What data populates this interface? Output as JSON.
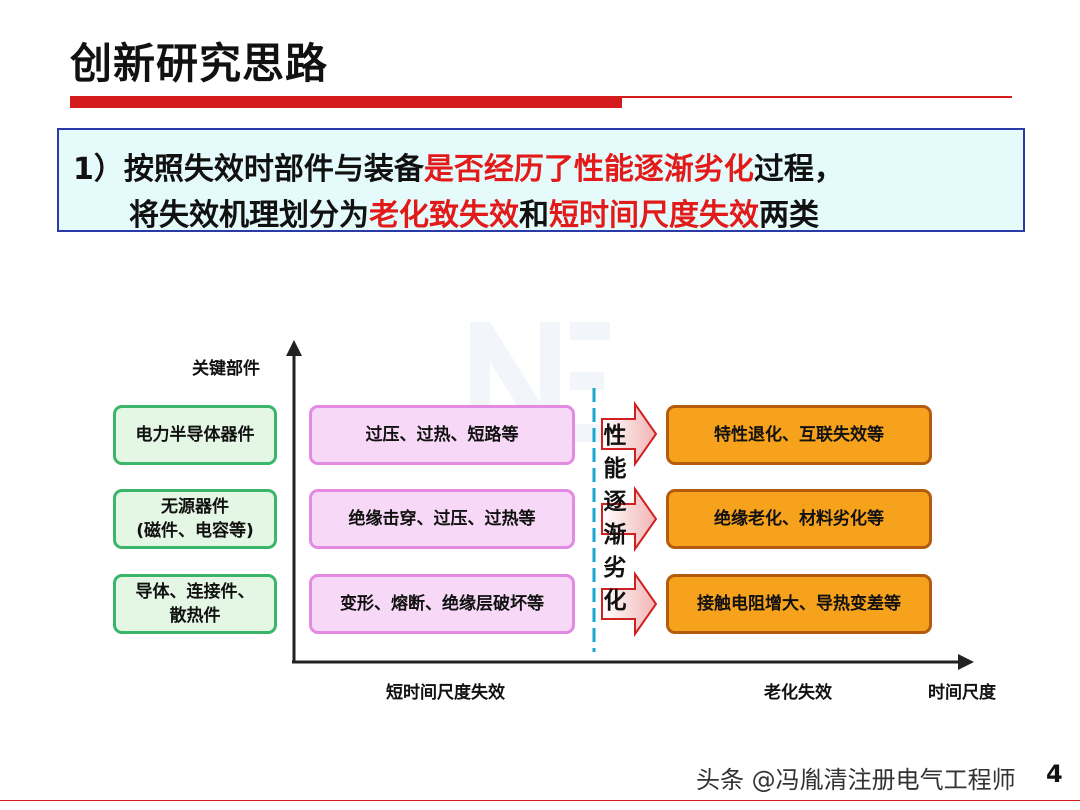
{
  "title": "创新研究思路",
  "statement": {
    "line1": {
      "prefix": "1）按照失效时部件与装备",
      "highlight": "是否经历了性能逐渐劣化",
      "suffix": "过程，"
    },
    "line2": {
      "prefix": "将失效机理划分为",
      "highlight1": "老化致失效",
      "mid": "和",
      "highlight2": "短时间尺度失效",
      "suffix": "两类"
    }
  },
  "diagram": {
    "y_axis_label": "关键部件",
    "x_axis_label": "时间尺度",
    "left_region_label": "短时间尺度失效",
    "right_region_label": "老化失效",
    "divider_label": "性能逐渐劣化",
    "components": [
      {
        "line1": "电力半导体器件",
        "line2": ""
      },
      {
        "line1": "无源器件",
        "line2": "(磁件、电容等)"
      },
      {
        "line1": "导体、连接件、",
        "line2": "散热件"
      }
    ],
    "short_failures": [
      "过压、过热、短路等",
      "绝缘击穿、过压、过热等",
      "变形、熔断、绝缘层破坏等"
    ],
    "aging_failures": [
      "特性退化、互联失效等",
      "绝缘老化、材料劣化等",
      "接触电阻增大、导热变差等"
    ]
  },
  "footer": {
    "text": "头条 @冯胤清注册电气工程师",
    "page": "4"
  },
  "colors": {
    "accent_red": "#d41c1c",
    "highlight_red": "#e21a1a",
    "green": "#3bb56a",
    "pink": "#e38ae3",
    "orange": "#f7a21c",
    "blue_border": "#2a3aa8"
  }
}
